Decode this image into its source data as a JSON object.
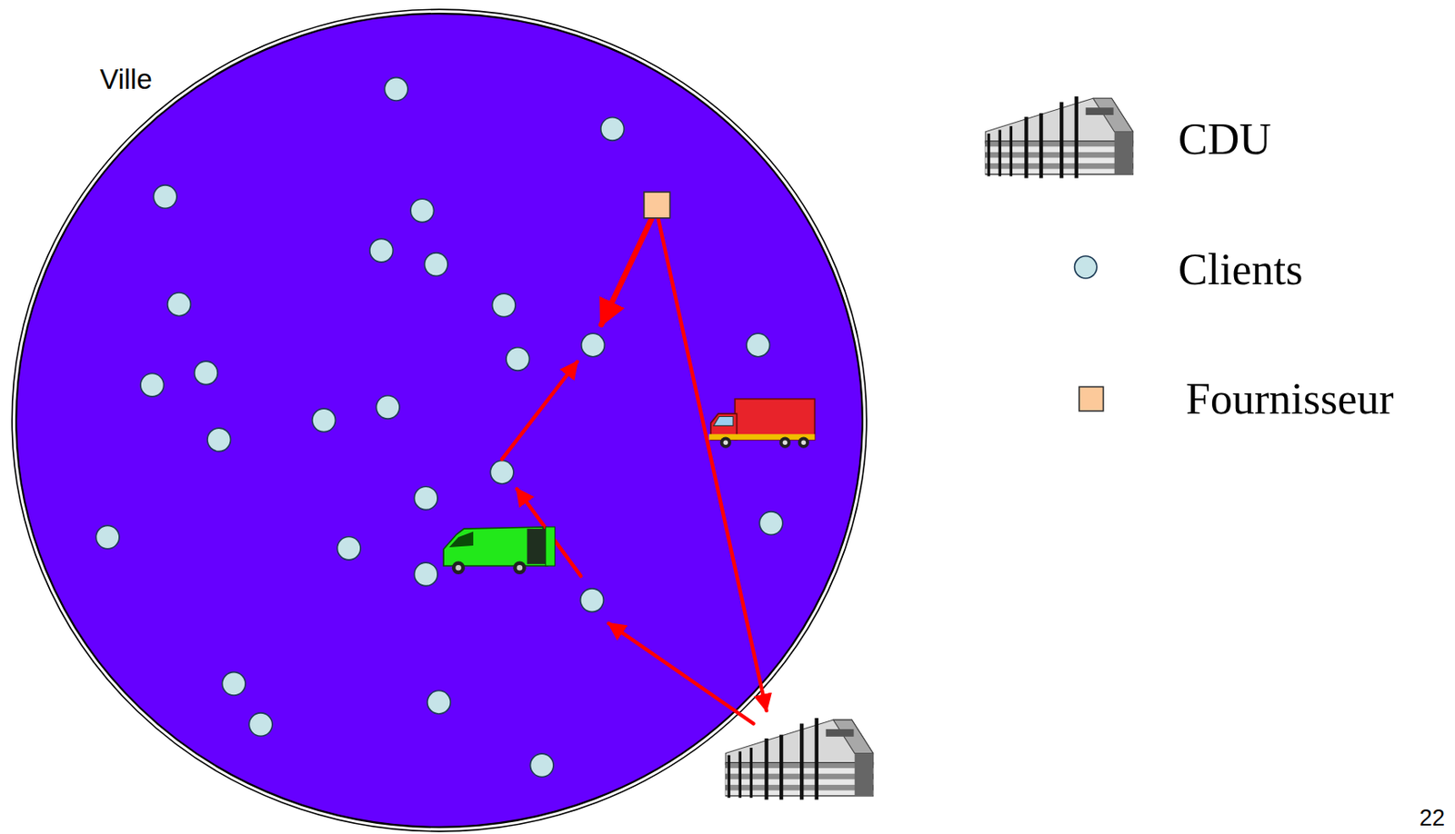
{
  "diagram": {
    "nodes": [
      {
        "text": [
          "Ville"
        ]
      }
    ],
    "labels": [
      "22"
    ],
    "legend": [
      {
        "text": "CDU"
      },
      {
        "text": "Clients"
      },
      {
        "text": "Fournisseur"
      }
    ]
  }
}
